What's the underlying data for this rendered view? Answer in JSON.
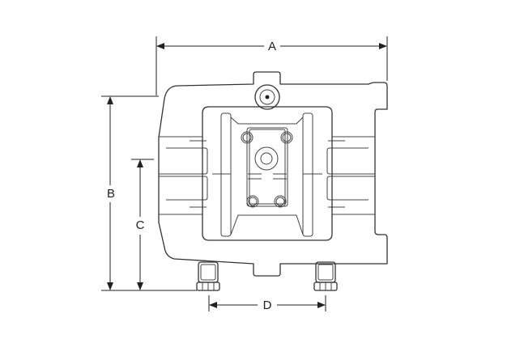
{
  "dimensions": {
    "a": "A",
    "b": "B",
    "c": "C",
    "d": "D"
  },
  "colors": {
    "line": "#333333",
    "background": "#ffffff"
  }
}
